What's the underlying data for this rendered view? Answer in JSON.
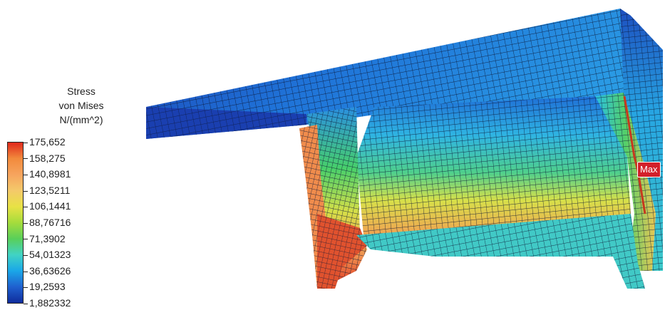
{
  "legend": {
    "title_lines": [
      "Stress",
      "von Mises",
      "N/(mm^2)"
    ],
    "values": [
      "175,652",
      "158,275",
      "140,8981",
      "123,5211",
      "106,1441",
      "88,76716",
      "71,3902",
      "54,01323",
      "36,63626",
      "19,2593",
      "1,882332"
    ],
    "colors": [
      "#e0291c",
      "#f28a3c",
      "#f6a45e",
      "#f4c96a",
      "#e8e245",
      "#a5dc3c",
      "#59cf59",
      "#41d3c4",
      "#1aa7e8",
      "#1f60cf",
      "#0f2c9c"
    ]
  },
  "model": {
    "marker_label": "Max",
    "palette": {
      "deep_blue": "#1a3fb5",
      "blue": "#1f6fd6",
      "cyan": "#2fc0dd",
      "green": "#52cc62",
      "yellow": "#e8e045",
      "orange": "#f0a251",
      "red": "#e03722",
      "marker": "#d3202a"
    }
  }
}
